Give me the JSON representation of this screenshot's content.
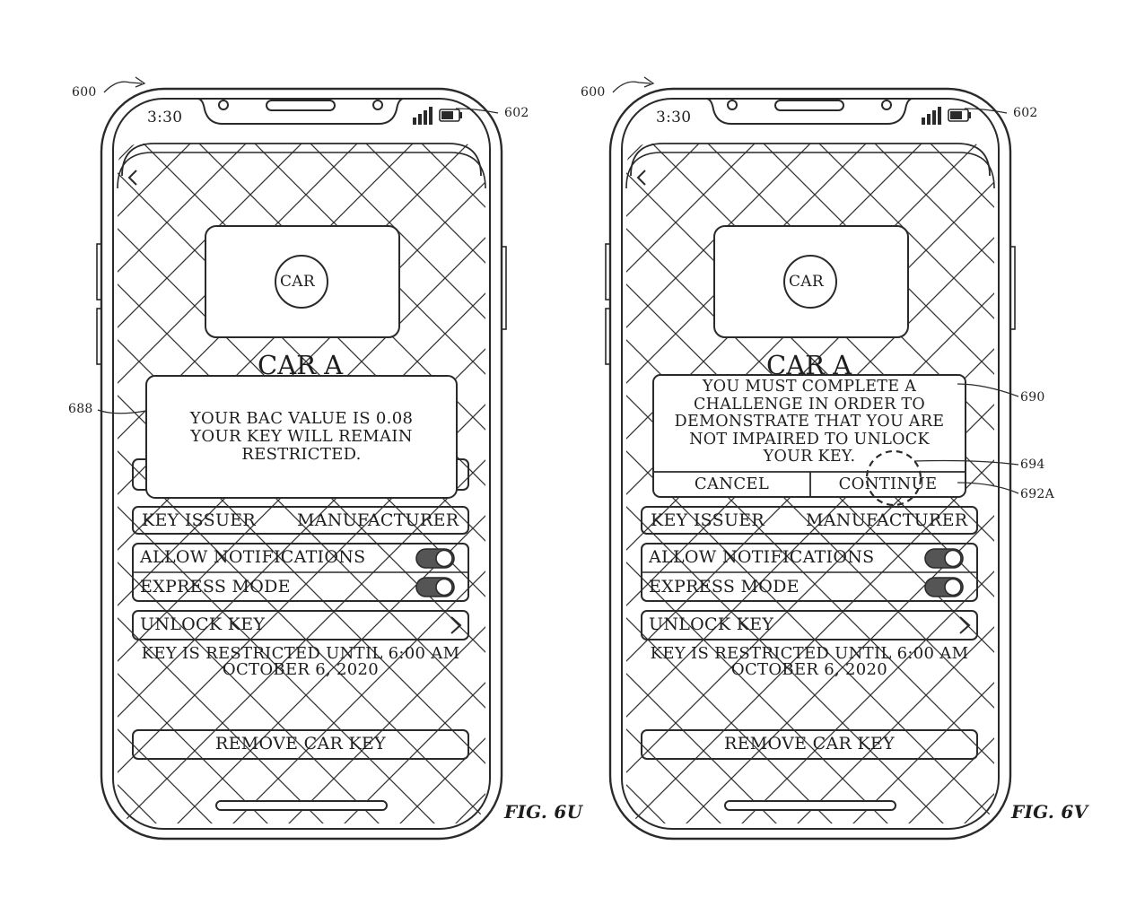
{
  "figures": [
    {
      "id": "fig-6u",
      "fig_label": "FIG. 6U",
      "device_ref": "600",
      "status_ref": "602",
      "dialog_ref": "688",
      "status_time": "3:30",
      "car_badge": "CAR",
      "car_title": "CAR A",
      "dialog_lines": [
        "YOUR BAC VALUE IS 0.08",
        "YOUR KEY WILL REMAIN",
        "RESTRICTED."
      ],
      "rows": {
        "key_issuer_label": "KEY ISSUER",
        "key_issuer_value": "MANUFACTURER",
        "allow_notifications": "ALLOW NOTIFICATIONS",
        "express_mode": "EXPRESS MODE",
        "unlock_key": "UNLOCK KEY"
      },
      "restriction_lines": [
        "KEY IS RESTRICTED UNTIL 6:00 AM",
        "OCTOBER 6, 2020"
      ],
      "remove_key": "REMOVE CAR KEY"
    },
    {
      "id": "fig-6v",
      "fig_label": "FIG. 6V",
      "device_ref": "600",
      "status_ref": "602",
      "dialog_ref": "690",
      "touch_ref": "694",
      "continue_ref": "692A",
      "status_time": "3:30",
      "car_badge": "CAR",
      "car_title": "CAR A",
      "dialog_lines": [
        "YOU MUST COMPLETE A",
        "CHALLENGE IN ORDER TO",
        "DEMONSTRATE THAT YOU ARE",
        "NOT IMPAIRED TO UNLOCK",
        "YOUR KEY."
      ],
      "cancel_label": "CANCEL",
      "continue_label": "CONTINUE",
      "rows": {
        "key_issuer_label": "KEY ISSUER",
        "key_issuer_value": "MANUFACTURER",
        "allow_notifications": "ALLOW NOTIFICATIONS",
        "express_mode": "EXPRESS MODE",
        "unlock_key": "UNLOCK KEY"
      },
      "restriction_lines": [
        "KEY IS RESTRICTED UNTIL 6:00 AM",
        "OCTOBER 6, 2020"
      ],
      "remove_key": "REMOVE CAR KEY"
    }
  ],
  "colors": {
    "line": "#2a2a2a",
    "background": "#ffffff"
  },
  "icons": [
    "back-chevron-icon",
    "chevron-right-icon",
    "signal-bars-icon",
    "battery-icon",
    "toggle-switch-icon",
    "touch-indicator-icon"
  ]
}
